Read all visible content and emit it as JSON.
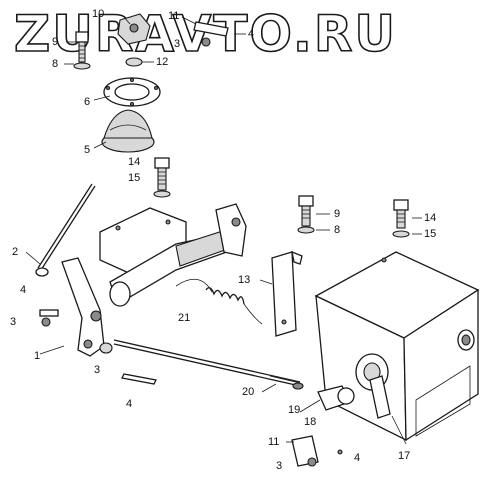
{
  "watermark": "ZURAVTO.RU",
  "callouts": {
    "c1": "1",
    "c2": "2",
    "c3a": "3",
    "c3b": "3",
    "c3c": "3",
    "c3d": "3",
    "c4a": "4",
    "c4b": "4",
    "c4c": "4",
    "c4d": "4",
    "c5": "5",
    "c6": "6",
    "c8a": "8",
    "c8b": "8",
    "c9a": "9",
    "c9b": "9",
    "c10": "10",
    "c11a": "11",
    "c11b": "11",
    "c12": "12",
    "c13": "13",
    "c14a": "14",
    "c14b": "14",
    "c15a": "15",
    "c15b": "15",
    "c17": "17",
    "c18": "18",
    "c19": "19",
    "c20": "20",
    "c21": "21"
  }
}
